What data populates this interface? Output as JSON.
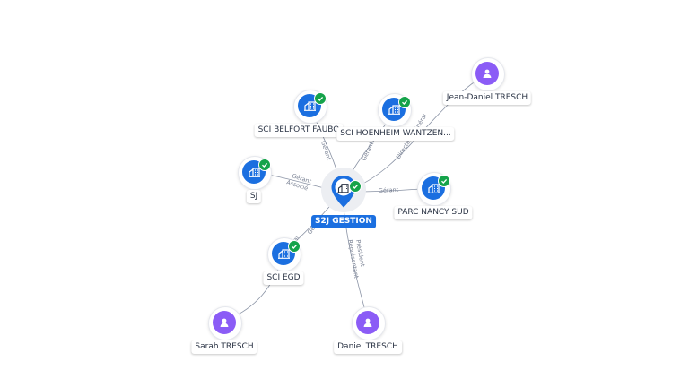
{
  "central": {
    "name": "S2J GESTION",
    "icon": "building-icon",
    "verified": true
  },
  "companies": [
    {
      "name": "SCI BELFORT FAUBO",
      "icon": "building-icon",
      "verified": true
    },
    {
      "name": "SCI HOENHEIM WANTZEN...",
      "icon": "building-icon",
      "verified": true
    },
    {
      "name": "SJ",
      "icon": "building-icon",
      "verified": true
    },
    {
      "name": "PARC NANCY SUD",
      "icon": "building-icon",
      "verified": true
    },
    {
      "name": "SCI EGD",
      "icon": "building-icon",
      "verified": true
    }
  ],
  "persons": [
    {
      "name": "Jean-Daniel TRESCH",
      "icon": "person-icon"
    },
    {
      "name": "Sarah TRESCH",
      "icon": "person-icon"
    },
    {
      "name": "Daniel TRESCH",
      "icon": "person-icon"
    }
  ],
  "edges": {
    "belfort": "Gérant",
    "hoenheim": "Gérant",
    "jean_daniel": "Directeur Général",
    "sj_1": "Gérant",
    "sj_2": "Associé",
    "parc": "Gérant",
    "egd_1": "Gé",
    "egd_2": "al",
    "daniel_1": "Président",
    "daniel_2": "Représentant"
  },
  "colors": {
    "company": "#1b6fe0",
    "person": "#8b5cf6",
    "verified": "#15a34a",
    "edge": "#8a93a5"
  }
}
